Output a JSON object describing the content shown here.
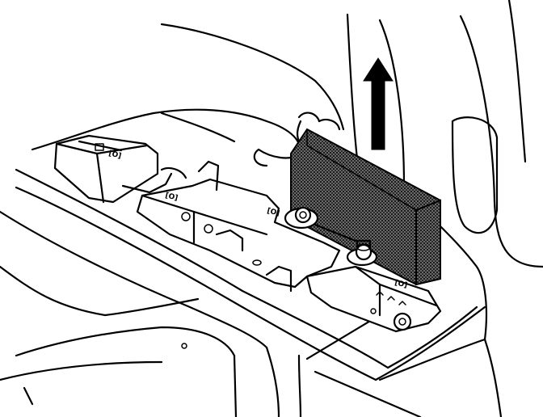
{
  "figure": {
    "labels": {
      "tab_a": "[O]",
      "tab_b": "[O]",
      "tab_c": "[O]",
      "tab_d": "[O]"
    },
    "arrow_direction": "up",
    "colors": {
      "line": "#000000",
      "background": "#ffffff",
      "filter_fill": "#5a5a5a"
    }
  }
}
